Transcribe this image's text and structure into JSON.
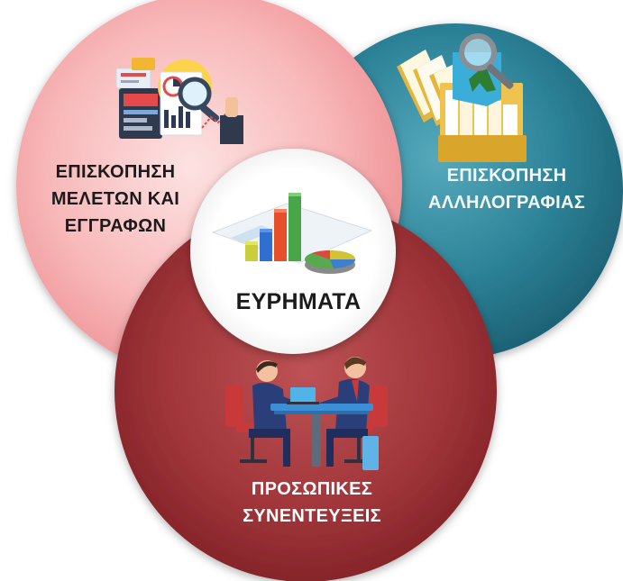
{
  "diagram": {
    "circles": [
      {
        "id": "documents",
        "label_lines": [
          "ΕΠΙΣΚΟΠΗΣΗ",
          "ΜΕΛΕΤΩΝ ΚΑΙ",
          "ΕΓΓΡΑΦΩΝ"
        ],
        "icon": "analytics-dashboard-icon",
        "color": "#f4a4a6"
      },
      {
        "id": "correspondence",
        "label_lines": [
          "ΕΠΙΣΚΟΠΗΣΗ",
          "ΑΛΛΗΛΟΓΡΑΦΙΑΣ"
        ],
        "icon": "folders-magnifier-icon",
        "color": "#2a8095"
      },
      {
        "id": "interviews",
        "label_lines": [
          "ΠΡΟΣΩΠΙΚΕΣ",
          "ΣΥΝΕΝΤΕΥΞΕΙΣ"
        ],
        "icon": "meeting-people-icon",
        "color": "#9e3236"
      }
    ],
    "center": {
      "label": "ΕΥΡΗΜΑΤΑ",
      "icon": "bar-pie-chart-icon"
    }
  }
}
